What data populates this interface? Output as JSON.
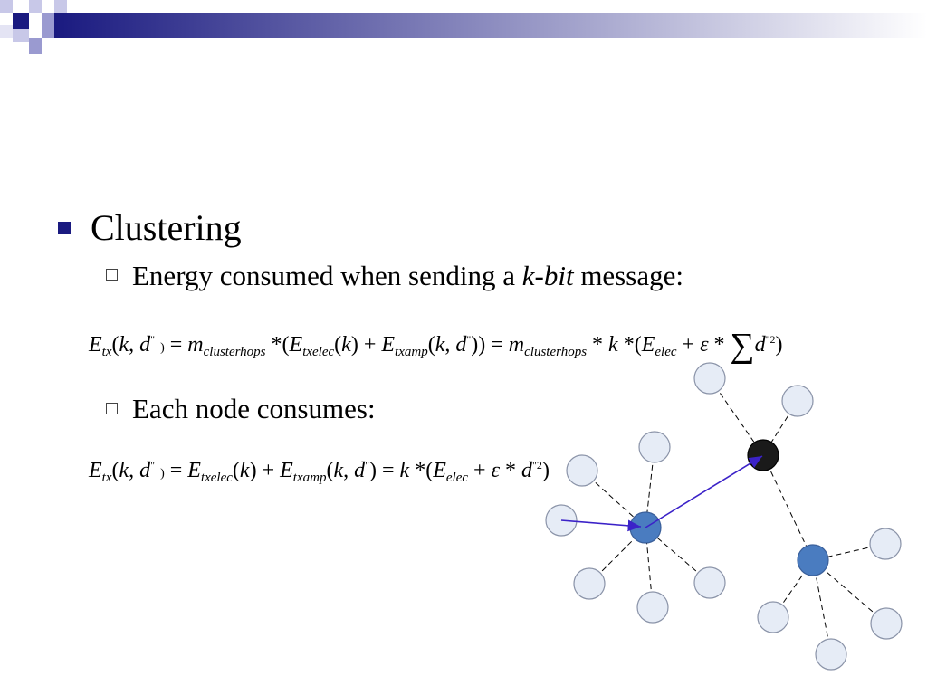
{
  "bullet1": {
    "text": "Clustering"
  },
  "bullet2": {
    "pre": "Energy consumed when sending a ",
    "italic": "k-bit",
    "post": " message:"
  },
  "bullet3": {
    "text": "Each node consumes:"
  },
  "colors": {
    "banner_dark": "#1a1a80",
    "node_light": "#e6ecf6",
    "node_blue": "#4a7cc0",
    "node_black": "#1a1a1a",
    "arrow": "#3b22c8"
  }
}
